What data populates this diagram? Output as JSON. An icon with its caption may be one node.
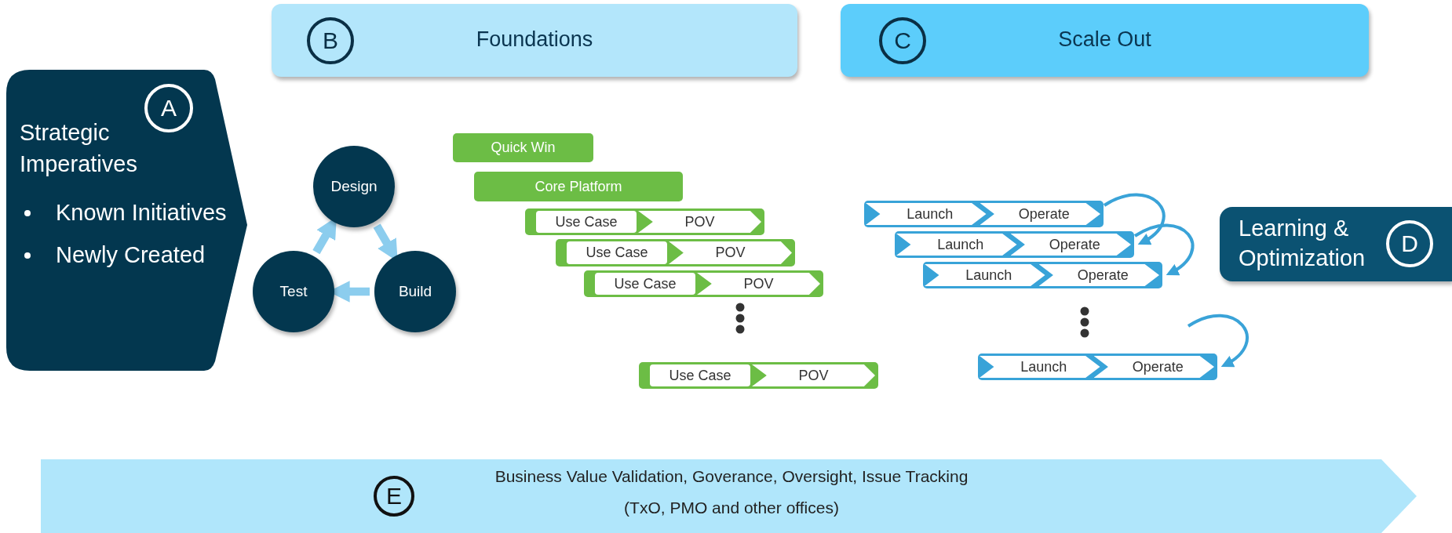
{
  "diagram": {
    "nodes": [
      {
        "text": [
          "Strategic Imperatives",
          "Known Initiatives",
          "Newly Created"
        ]
      },
      {
        "text": [
          "A"
        ],
        "in": 0
      },
      {
        "text": [
          "Foundations"
        ]
      },
      {
        "text": [
          "B"
        ],
        "in": 2
      },
      {
        "text": [
          "Scale Out"
        ]
      },
      {
        "text": [
          "C"
        ],
        "in": 4
      },
      {
        "text": [
          "Learning & Optimization"
        ]
      },
      {
        "text": [
          "D"
        ],
        "in": 6
      },
      {
        "text": [
          "Business Value Validation, Goverance, Oversight, Issue Tracking",
          "(TxO, PMO and other offices)"
        ]
      },
      {
        "text": [
          "E"
        ],
        "in": 8
      },
      {
        "text": [
          "Design"
        ]
      },
      {
        "text": [
          "Build"
        ]
      },
      {
        "text": [
          "Test"
        ]
      },
      {
        "text": [
          "Quick Win"
        ]
      },
      {
        "text": [
          "Core Platform"
        ]
      },
      {
        "text": [
          "Use Case",
          "POV"
        ]
      },
      {
        "text": [
          "Use Case",
          "POV"
        ]
      },
      {
        "text": [
          "Use Case",
          "POV"
        ]
      },
      {
        "text": [
          "Use Case",
          "POV"
        ]
      },
      {
        "text": [
          "Launch",
          "Operate"
        ]
      },
      {
        "text": [
          "Launch",
          "Operate"
        ]
      },
      {
        "text": [
          "Launch",
          "Operate"
        ]
      },
      {
        "text": [
          "Launch",
          "Operate"
        ]
      }
    ],
    "edges": [
      {
        "from": 10,
        "to": 11,
        "arrow": "to",
        "style": "thick"
      },
      {
        "from": 11,
        "to": 12,
        "arrow": "to",
        "style": "thick"
      },
      {
        "from": 12,
        "to": 10,
        "arrow": "to",
        "style": "thick"
      },
      {
        "from": 19,
        "to": 20,
        "arrow": "to"
      },
      {
        "from": 20,
        "to": 21,
        "arrow": "to"
      },
      {
        "from": null,
        "to": 22,
        "arrow": "to"
      }
    ]
  }
}
